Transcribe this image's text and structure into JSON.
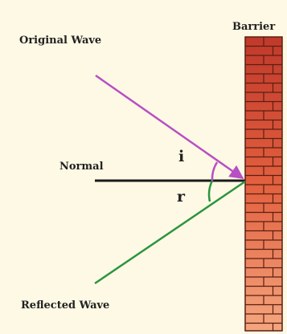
{
  "labels": {
    "barrier": "Barrier",
    "original_wave": "Original Wave",
    "normal": "Normal",
    "reflected_wave": "Reflected Wave",
    "angle_incidence": "i",
    "angle_reflection": "r"
  },
  "colors": {
    "background": "#fdf9e4",
    "incident_ray": "#b84fc4",
    "reflected_ray": "#2b9540",
    "normal_line": "#1a1a1a",
    "brick_top": "#c0392b",
    "brick_bottom": "#f4a67e",
    "mortar": "#5a1f12"
  }
}
